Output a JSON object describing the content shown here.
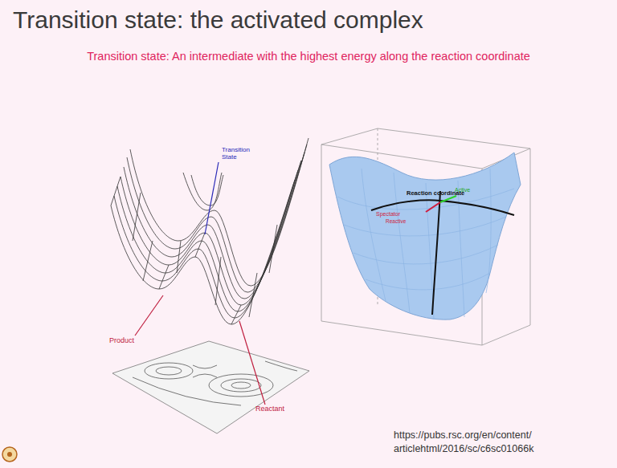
{
  "diagram": {
    "title": "Transition state: the activated complex",
    "labels": [
      "Transition state: An intermediate with the highest energy along the reaction coordinate",
      "Transition State",
      "Product",
      "Reactant",
      "Reaction coordinate",
      "Spectator",
      "Active",
      "Reactive",
      "https://pubs.rsc.org/en/content/ articlehtml/2016/sc/c6sc01066k"
    ]
  }
}
